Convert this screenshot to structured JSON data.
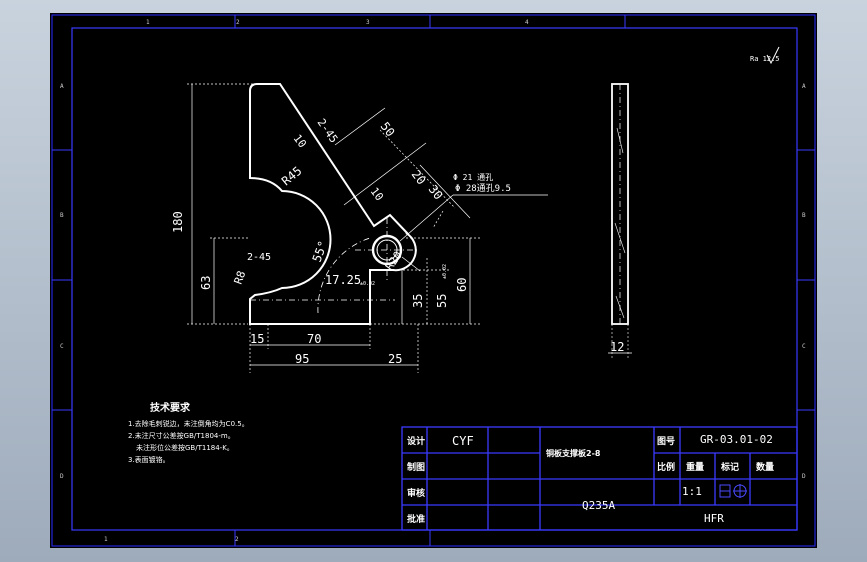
{
  "frame": {
    "top_numbers": [
      "1",
      "2",
      "3",
      "4"
    ],
    "bottom_numbers": [
      "1",
      "2"
    ],
    "side_letters": [
      "A",
      "B",
      "C",
      "D"
    ]
  },
  "surface": {
    "symbol": "Ra 12.5"
  },
  "dimensions": {
    "chamfer_top": "2-45",
    "d50": "50",
    "d10a": "10",
    "d20": "20",
    "d10b": "10",
    "d30": "30",
    "hole_note_1": "Φ 21 通孔",
    "hole_note_2": "Φ 28通孔9.5",
    "r45": "R45",
    "d180": "180",
    "d63": "63",
    "chamfer_bottom": "2-45",
    "r8": "R8",
    "angle": "55°",
    "r20": "R20",
    "d17_25": "17.25",
    "tol_1": "±0.02",
    "d35": "35",
    "d55": "55",
    "tol_2": "±0.02",
    "d60": "60",
    "d15": "15",
    "d70": "70",
    "d95": "95",
    "d25": "25",
    "d12": "12"
  },
  "notes": {
    "title": "技术要求",
    "lines": [
      "1.去除毛刺锐边，未注倒角均为C0.5。",
      "2.未注尺寸公差按GB/T1804-m。",
      "未注形位公差按GB/T1184-K。",
      "3.表面镀铬。"
    ]
  },
  "title_block": {
    "label_design": "设计",
    "designer": "CYF",
    "label_draw": "制图",
    "label_check": "审核",
    "label_approve": "批准",
    "part_name": "铜板支撑板2-8",
    "material": "Q235A",
    "label_drawing_no": "图号",
    "drawing_no": "GR-03.01-02",
    "label_scale": "比例",
    "label_weight": "重量",
    "label_mark": "标记",
    "label_qty": "数量",
    "scale": "1:1",
    "company": "HFR"
  }
}
